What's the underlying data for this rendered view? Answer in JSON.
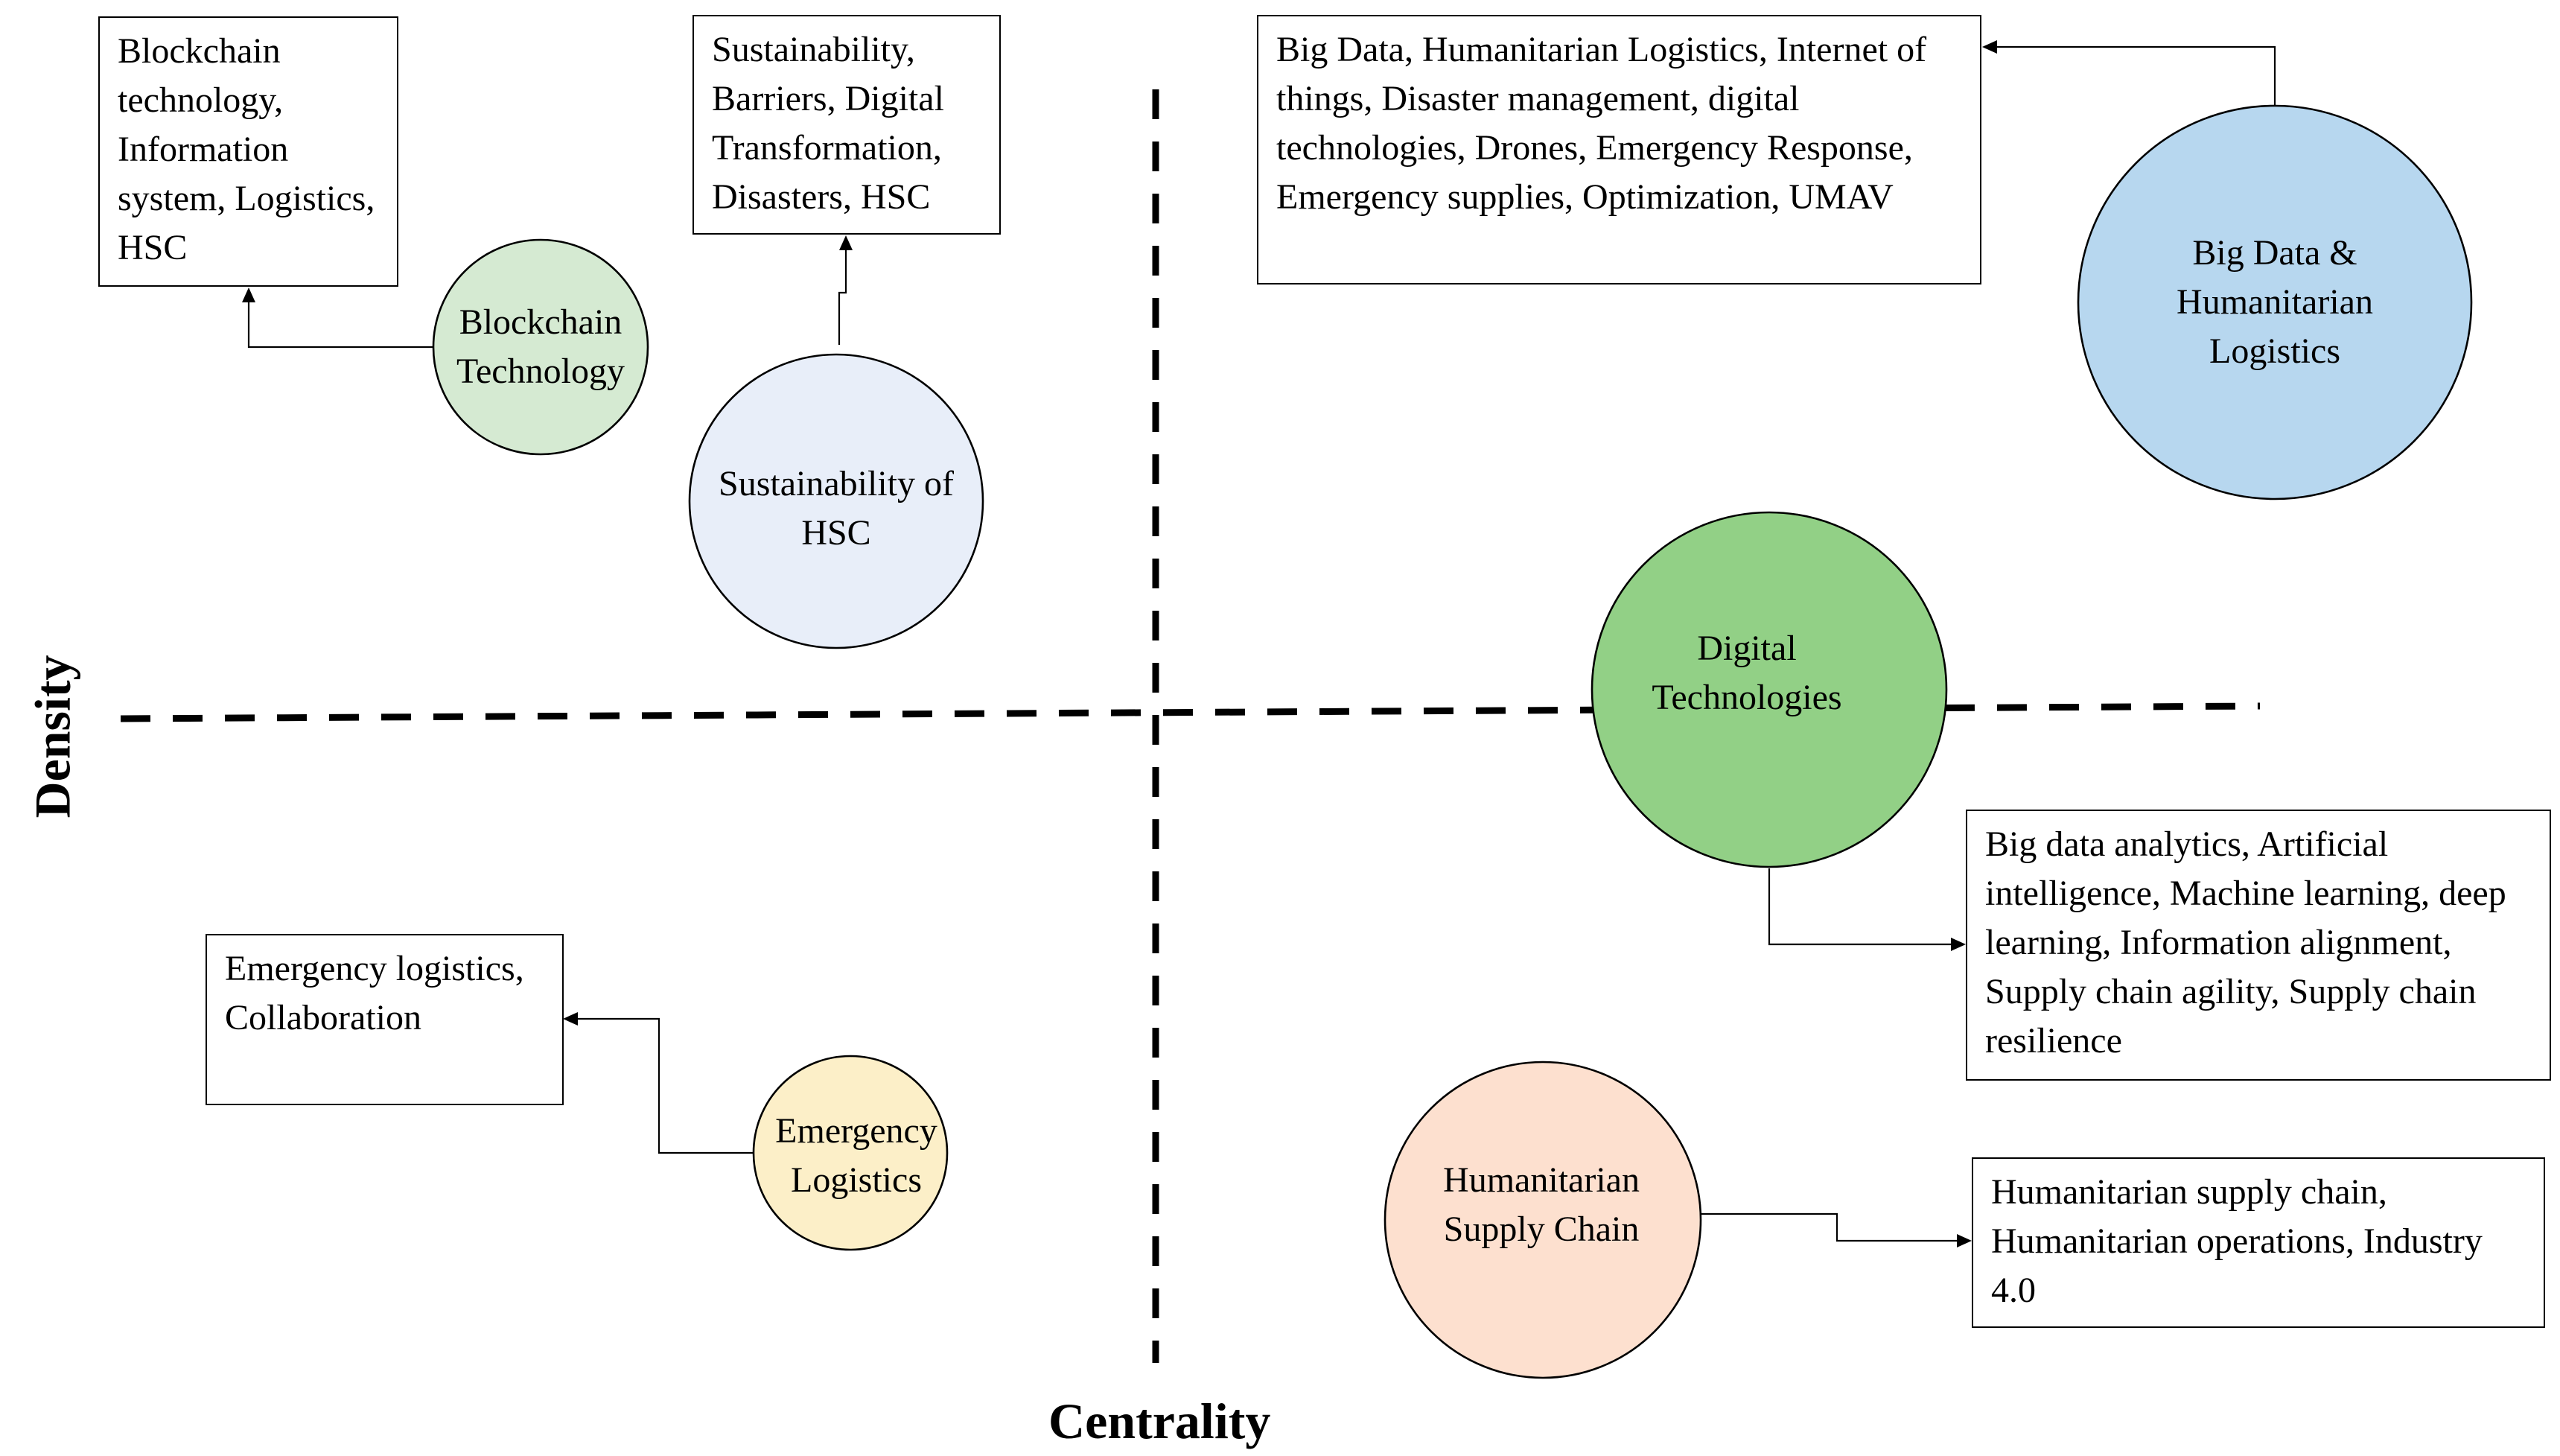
{
  "axes": {
    "x_label": "Centrality",
    "y_label": "Density"
  },
  "clusters": [
    {
      "id": "blockchain",
      "title": "Blockchain Technology",
      "keywords": "Blockchain technology, Information system, Logistics, HSC",
      "color": "#d5ead2"
    },
    {
      "id": "sustainability",
      "title": "Sustainability of HSC",
      "keywords": "Sustainability, Barriers, Digital Transformation, Disasters, HSC",
      "color": "#e8eef9"
    },
    {
      "id": "bigdata",
      "title": "Big Data & Humanitarian Logistics",
      "keywords": "Big Data, Humanitarian Logistics, Internet of things, Disaster management, digital technologies, Drones, Emergency Response, Emergency supplies, Optimization, UMAV",
      "color": "#b7d7ef"
    },
    {
      "id": "digital",
      "title": "Digital Technologies",
      "keywords": "Big data analytics, Artificial intelligence, Machine learning, deep learning, Information alignment, Supply chain agility, Supply chain resilience",
      "color": "#92d086"
    },
    {
      "id": "emergency",
      "title": "Emergency Logistics",
      "keywords": "Emergency logistics, Collaboration",
      "color": "#fcefc8"
    },
    {
      "id": "hsc",
      "title": "Humanitarian Supply Chain",
      "keywords": "Humanitarian supply chain, Humanitarian operations, Industry 4.0",
      "color": "#fde0cf"
    }
  ]
}
